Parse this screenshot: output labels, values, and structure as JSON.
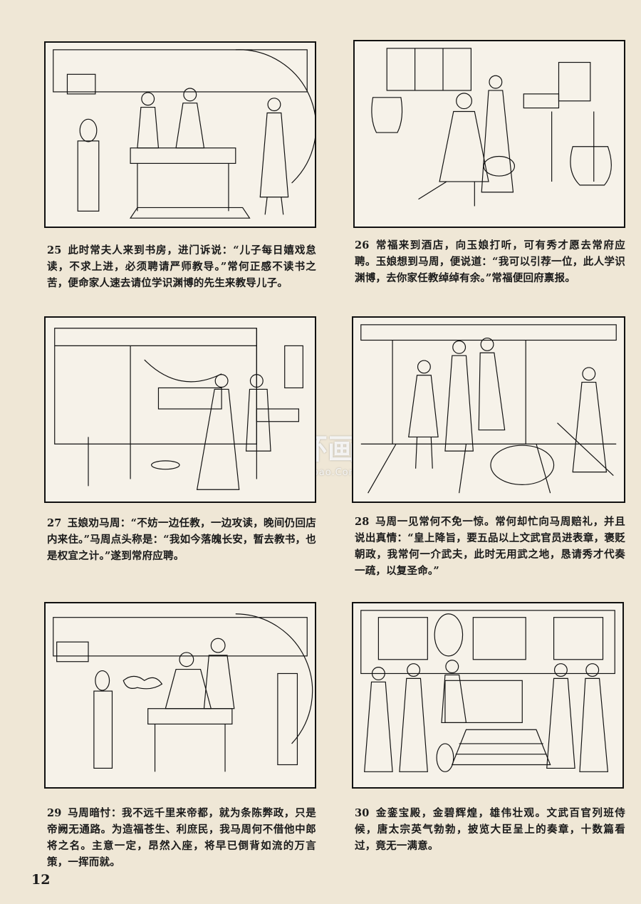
{
  "page_number": "12",
  "watermark": {
    "brand": "连环画报",
    "url": "Lianhuabao.Com"
  },
  "panels": [
    {
      "number": "25",
      "caption": "此时常夫人来到书房，进门诉说：“儿子每日嬉戏怠读，不求上进，必须聘请严师教导。”常何正感不读书之苦，便命家人速去请位学识渊博的先生来教导儿子。"
    },
    {
      "number": "26",
      "caption": "常福来到酒店，向玉娘打听，可有秀才愿去常府应聘。玉娘想到马周，便说道：“我可以引荐一位，此人学识渊博，去你家任教绰绰有余。”常福便回府禀报。"
    },
    {
      "number": "27",
      "caption": "玉娘劝马周：“不妨一边任教，一边攻读，晚间仍回店内来住。”马周点头称是：“我如今落魄长安，暂去教书，也是权宜之计。”遂到常府应聘。"
    },
    {
      "number": "28",
      "caption": "马周一见常何不免一惊。常何却忙向马周赔礼，并且说出真情：“皇上降旨，要五品以上文武官员进表章，褒贬朝政，我常何一介武夫，此时无用武之地，恳请秀才代奏一疏，以复圣命。”"
    },
    {
      "number": "29",
      "caption": "马周暗忖：我不远千里来帝都，就为条陈弊政，只是帝阙无通路。为造福苍生、利庶民，我马周何不借他中郎将之名。主意一定，昂然入座，将早已倒背如流的万言策，一挥而就。"
    },
    {
      "number": "30",
      "caption": "金銮宝殿，金碧辉煌，雄伟壮观。文武百官列班侍候，唐太宗英气勃勃，披览大臣呈上的奏章，十数篇看过，竟无一满意。"
    }
  ]
}
